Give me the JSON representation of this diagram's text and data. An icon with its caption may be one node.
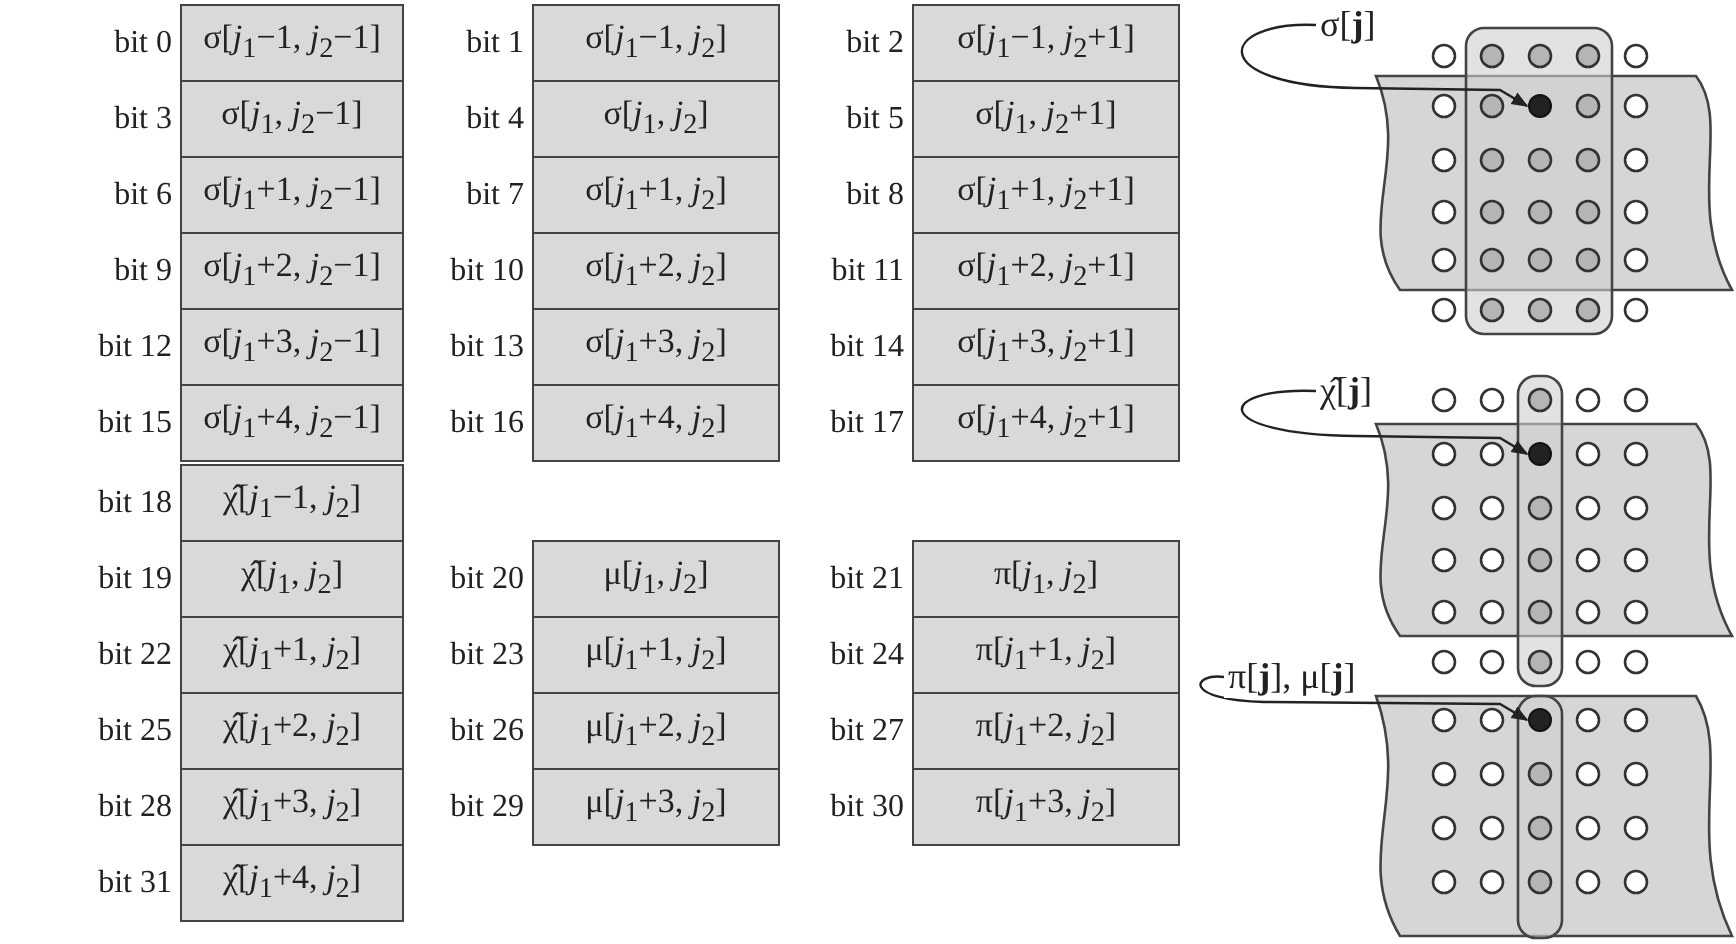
{
  "diagram": {
    "nodes": [
      {
        "text": [
          "σ[*j*$_{1}$−1, *j*$_{2}$−1]"
        ],
        "beside": [
          "bit 0"
        ]
      },
      {
        "text": [
          "σ[*j*$_{1}$−1, *j*$_{2}$]"
        ],
        "beside": [
          "bit 1"
        ]
      },
      {
        "text": [
          "σ[*j*$_{1}$−1, *j*$_{2}$+1]"
        ],
        "beside": [
          "bit 2"
        ]
      },
      {
        "text": [
          "σ[*j*$_{1}$, *j*$_{2}$−1]"
        ],
        "beside": [
          "bit 3"
        ]
      },
      {
        "text": [
          "σ[*j*$_{1}$, *j*$_{2}$]"
        ],
        "beside": [
          "bit 4"
        ]
      },
      {
        "text": [
          "σ[*j*$_{1}$, *j*$_{2}$+1]"
        ],
        "beside": [
          "bit 5"
        ]
      },
      {
        "text": [
          "σ[*j*$_{1}$+1, *j*$_{2}$−1]"
        ],
        "beside": [
          "bit 6"
        ]
      },
      {
        "text": [
          "σ[*j*$_{1}$+1, *j*$_{2}$]"
        ],
        "beside": [
          "bit 7"
        ]
      },
      {
        "text": [
          "σ[*j*$_{1}$+1, *j*$_{2}$+1]"
        ],
        "beside": [
          "bit 8"
        ]
      },
      {
        "text": [
          "σ[*j*$_{1}$+2, *j*$_{2}$−1]"
        ],
        "beside": [
          "bit 9"
        ]
      },
      {
        "text": [
          "σ[*j*$_{1}$+2, *j*$_{2}$]"
        ],
        "beside": [
          "bit 10"
        ]
      },
      {
        "text": [
          "σ[*j*$_{1}$+2, *j*$_{2}$+1]"
        ],
        "beside": [
          "bit 11"
        ]
      },
      {
        "text": [
          "σ[*j*$_{1}$+3, *j*$_{2}$−1]"
        ],
        "beside": [
          "bit 12"
        ]
      },
      {
        "text": [
          "σ[*j*$_{1}$+3, *j*$_{2}$]"
        ],
        "beside": [
          "bit 13"
        ]
      },
      {
        "text": [
          "σ[*j*$_{1}$+3, *j*$_{2}$+1]"
        ],
        "beside": [
          "bit 14"
        ]
      },
      {
        "text": [
          "σ[*j*$_{1}$+4, *j*$_{2}$−1]"
        ],
        "beside": [
          "bit 15"
        ]
      },
      {
        "text": [
          "σ[*j*$_{1}$+4, *j*$_{2}$]"
        ],
        "beside": [
          "bit 16"
        ]
      },
      {
        "text": [
          "σ[*j*$_{1}$+4, *j*$_{2}$+1]"
        ],
        "beside": [
          "bit 17"
        ]
      },
      {
        "text": [
          "χ̂[*j*$_{1}$−1, *j*$_{2}$]"
        ],
        "beside": [
          "bit 18"
        ]
      },
      {
        "text": [
          "χ̂[*j*$_{1}$, *j*$_{2}$]"
        ],
        "beside": [
          "bit 19"
        ]
      },
      {
        "text": [
          "μ[*j*$_{1}$, *j*$_{2}$]"
        ],
        "beside": [
          "bit 20"
        ]
      },
      {
        "text": [
          "π[*j*$_{1}$, *j*$_{2}$]"
        ],
        "beside": [
          "bit 21"
        ]
      },
      {
        "text": [
          "χ̂[*j*$_{1}$+1, *j*$_{2}$]"
        ],
        "beside": [
          "bit 22"
        ]
      },
      {
        "text": [
          "μ[*j*$_{1}$+1, *j*$_{2}$]"
        ],
        "beside": [
          "bit 23"
        ]
      },
      {
        "text": [
          "π[*j*$_{1}$+1, *j*$_{2}$]"
        ],
        "beside": [
          "bit 24"
        ]
      },
      {
        "text": [
          "χ̂[*j*$_{1}$+2, *j*$_{2}$]"
        ],
        "beside": [
          "bit 25"
        ]
      },
      {
        "text": [
          "μ[*j*$_{1}$+2, *j*$_{2}$]"
        ],
        "beside": [
          "bit 26"
        ]
      },
      {
        "text": [
          "π[*j*$_{1}$+2, *j*$_{2}$]"
        ],
        "beside": [
          "bit 27"
        ]
      },
      {
        "text": [
          "χ̂[*j*$_{1}$+3, *j*$_{2}$]"
        ],
        "beside": [
          "bit 28"
        ]
      },
      {
        "text": [
          "μ[*j*$_{1}$+3, *j*$_{2}$]"
        ],
        "beside": [
          "bit 29"
        ]
      },
      {
        "text": [
          "π[*j*$_{1}$+3, *j*$_{2}$]"
        ],
        "beside": [
          "bit 30"
        ]
      },
      {
        "text": [
          "χ̂[*j*$_{1}$+4, *j*$_{2}$]"
        ],
        "beside": [
          "bit 31"
        ]
      },
      {
        "text": [
          "σ[**j**]"
        ]
      },
      {
        "text": [],
        "shape": "circle"
      },
      {
        "text": [
          "χ̂[**j**]"
        ]
      },
      {
        "text": [],
        "shape": "circle"
      },
      {
        "text": [
          "π[**j**], μ[**j**]"
        ]
      },
      {
        "text": [],
        "shape": "circle"
      }
    ],
    "edges": [
      {
        "from": 32,
        "to": 33,
        "arrow": "to"
      },
      {
        "from": 34,
        "to": 35,
        "arrow": "to"
      },
      {
        "from": 36,
        "to": 37,
        "arrow": "to"
      }
    ]
  }
}
